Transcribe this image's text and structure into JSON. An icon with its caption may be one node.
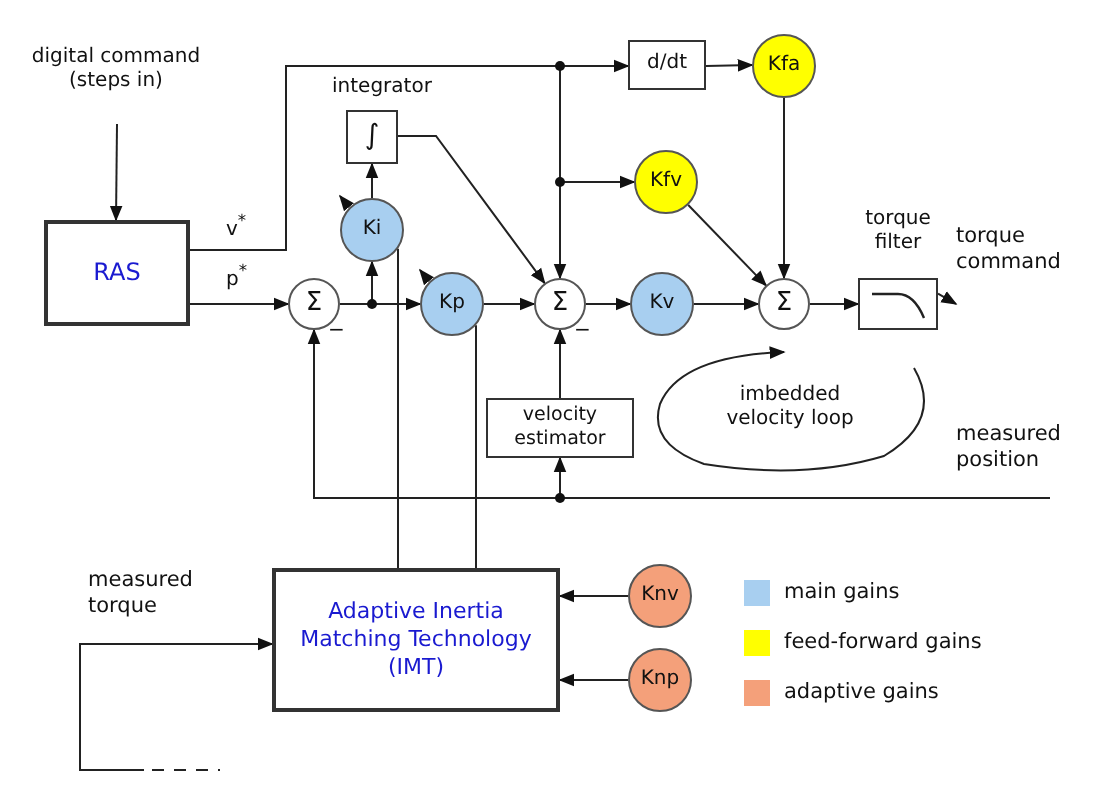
{
  "diagram": {
    "nodes": [
      {
        "text": [
          "digital command (steps in)"
        ]
      },
      {
        "text": [
          "RAS"
        ]
      },
      {
        "text": [
          "Σ"
        ],
        "beside": [
          "−"
        ]
      },
      {
        "text": [
          "∫"
        ],
        "beside": [
          "integrator"
        ]
      },
      {
        "text": [
          "Ki"
        ]
      },
      {
        "text": [
          "Kp"
        ]
      },
      {
        "text": [
          "Σ"
        ],
        "beside": [
          "−"
        ]
      },
      {
        "text": [
          "Kv"
        ]
      },
      {
        "text": [
          "Σ"
        ]
      },
      {
        "text": [],
        "shape": "box",
        "beside": [
          "torque filter"
        ]
      },
      {
        "text": [
          "d/dt"
        ]
      },
      {
        "text": [
          "Kfa"
        ]
      },
      {
        "text": [
          "Kfv"
        ]
      },
      {
        "text": [
          "velocity estimator"
        ]
      },
      {
        "text": [
          "Adaptive Inertia Matching Technology (IMT)"
        ]
      },
      {
        "text": [
          "Knv"
        ]
      },
      {
        "text": [
          "Knp"
        ]
      },
      {
        "text": [
          "imbedded velocity loop"
        ]
      },
      {
        "text": [
          "torque command"
        ]
      }
    ],
    "edges": [
      {
        "from": 0,
        "to": 1,
        "arrow": "to"
      },
      {
        "from": 1,
        "to": 2,
        "arrow": "to",
        "label": "p$^{*}$"
      },
      {
        "from": 1,
        "to": 6,
        "arrow": "to",
        "label": "v$^{*}$"
      },
      {
        "from": 1,
        "to": 10,
        "arrow": "to"
      },
      {
        "from": 1,
        "to": 12,
        "arrow": "to"
      },
      {
        "from": 2,
        "to": 4,
        "arrow": "to"
      },
      {
        "from": 2,
        "to": 5,
        "arrow": "to"
      },
      {
        "from": 4,
        "to": 3,
        "arrow": "to"
      },
      {
        "from": 3,
        "to": 6,
        "arrow": "to"
      },
      {
        "from": 5,
        "to": 6,
        "arrow": "to"
      },
      {
        "from": 6,
        "to": 7,
        "arrow": "to"
      },
      {
        "from": 7,
        "to": 8,
        "arrow": "to"
      },
      {
        "from": 12,
        "to": 8,
        "arrow": "to"
      },
      {
        "from": 11,
        "to": 8,
        "arrow": "to"
      },
      {
        "from": 10,
        "to": 11,
        "arrow": "to"
      },
      {
        "from": 8,
        "to": 9,
        "arrow": "to"
      },
      {
        "from": 9,
        "to": 18,
        "arrow": "to"
      },
      {
        "from": null,
        "to": 2,
        "arrow": "to"
      },
      {
        "from": null,
        "to": 13,
        "arrow": "to"
      },
      {
        "from": 13,
        "to": 6,
        "arrow": "to"
      },
      {
        "from": 14,
        "to": 4,
        "arrow": "none"
      },
      {
        "from": 14,
        "to": 5,
        "arrow": "none"
      },
      {
        "from": 15,
        "to": 14,
        "arrow": "to"
      },
      {
        "from": 16,
        "to": 14,
        "arrow": "to"
      },
      {
        "from": null,
        "to": 14,
        "arrow": "to"
      }
    ],
    "labels": [
      "measured position",
      "measured torque"
    ],
    "legend": [
      {
        "text": "main gains",
        "color": "#a8cff0"
      },
      {
        "text": "feed-forward gains",
        "color": "#ffff00"
      },
      {
        "text": "adaptive gains",
        "color": "#f4a07a"
      }
    ]
  }
}
